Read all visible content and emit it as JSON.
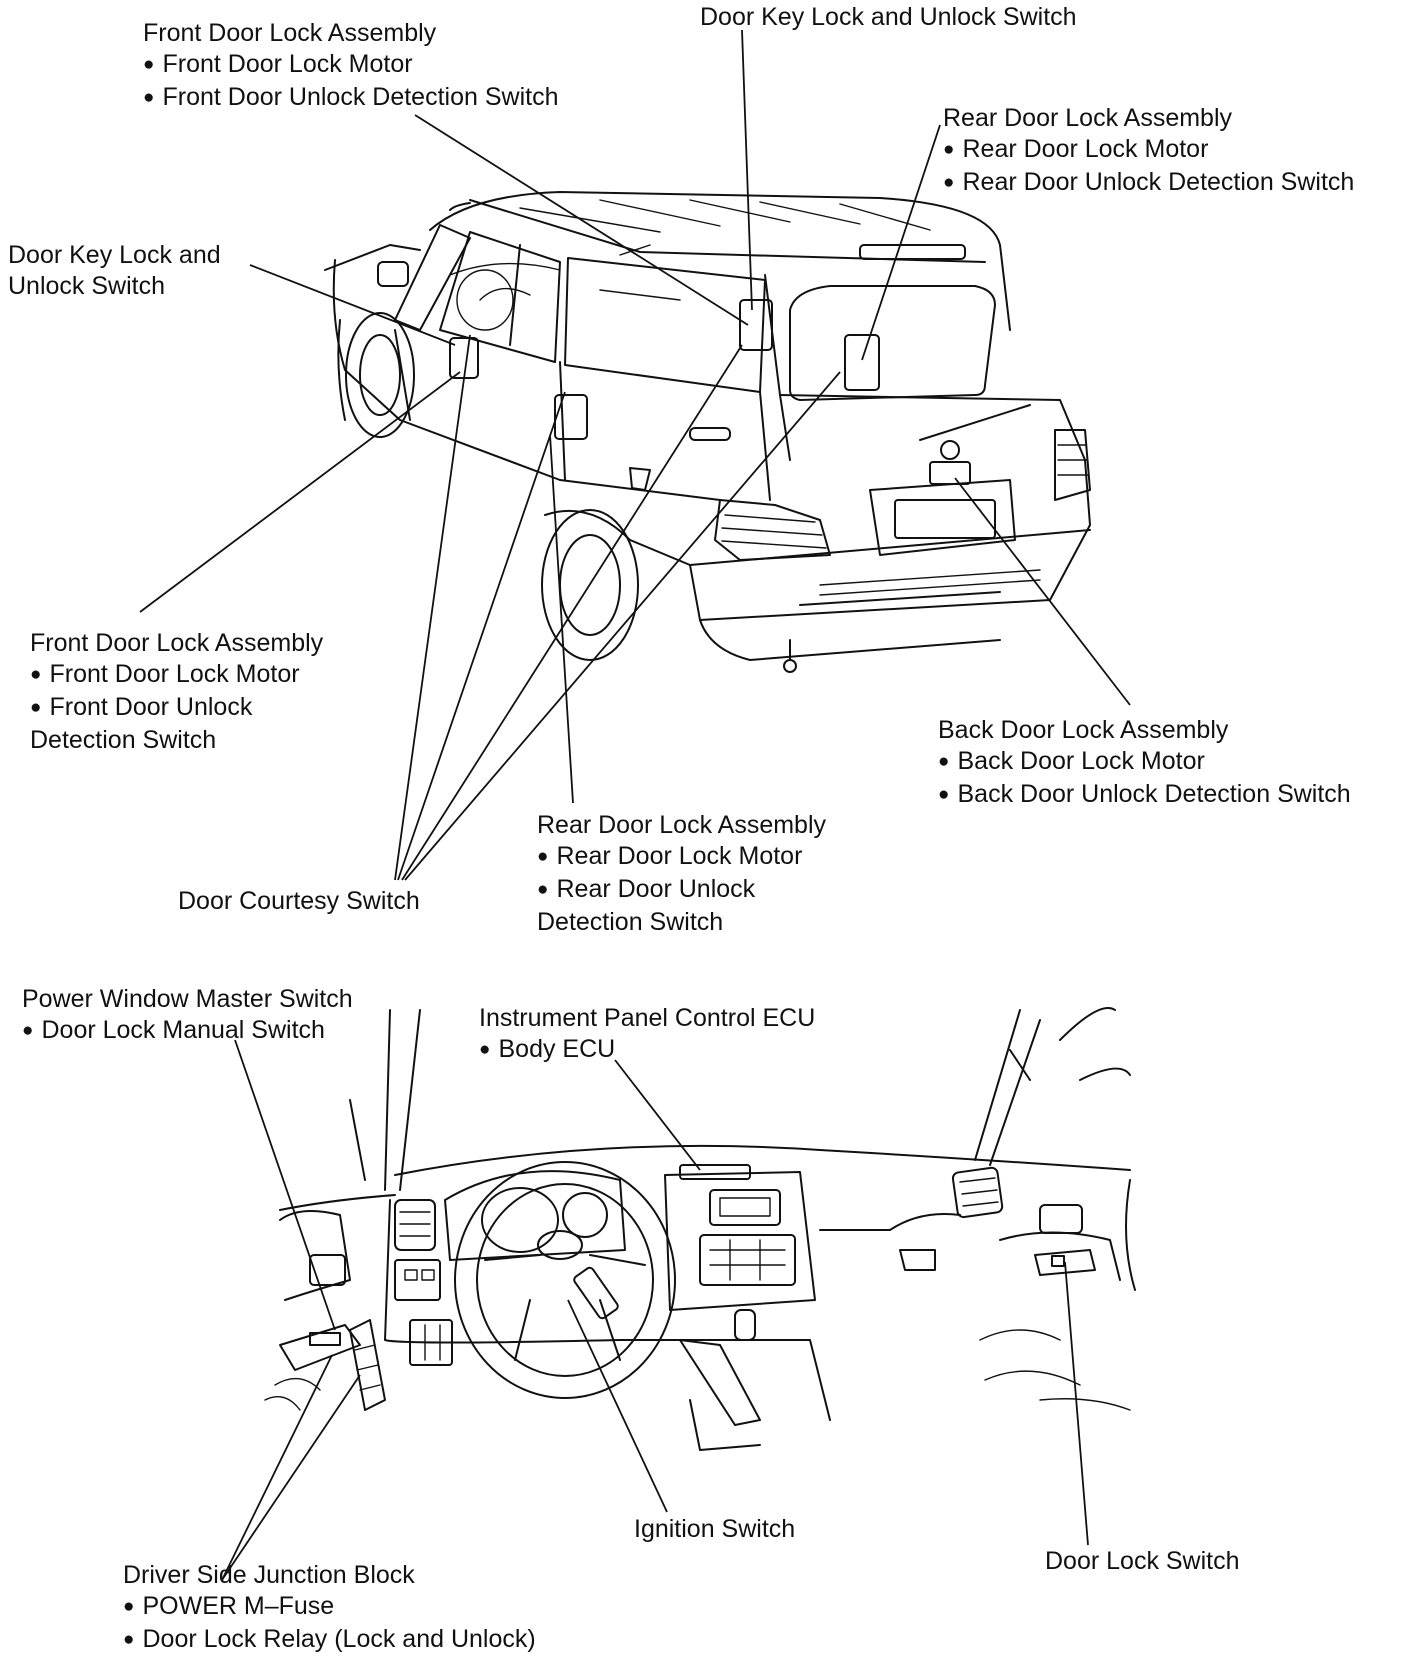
{
  "labels": {
    "front_door_lock_top": {
      "title": "Front Door Lock Assembly",
      "bullets": [
        "Front Door Lock Motor",
        "Front Door Unlock Detection Switch"
      ]
    },
    "door_key_switch_top": {
      "title": "Door Key Lock and Unlock Switch"
    },
    "rear_door_lock_top": {
      "title": "Rear Door Lock Assembly",
      "bullets": [
        "Rear Door Lock Motor",
        "Rear Door Unlock Detection Switch"
      ]
    },
    "door_key_switch_left": {
      "lines": [
        "Door Key Lock and",
        "Unlock Switch"
      ]
    },
    "front_door_lock_mid": {
      "title": "Front Door Lock Assembly",
      "bullets": [
        "Front Door Lock Motor",
        "Front Door Unlock"
      ],
      "continuation": "Detection Switch"
    },
    "back_door_lock": {
      "title": "Back Door Lock Assembly",
      "bullets": [
        "Back Door Lock Motor",
        "Back Door Unlock Detection Switch"
      ]
    },
    "rear_door_lock_mid": {
      "title": "Rear Door Lock Assembly",
      "bullets": [
        "Rear Door Lock Motor",
        "Rear Door Unlock"
      ],
      "continuation": "Detection Switch"
    },
    "door_courtesy_switch": {
      "title": "Door Courtesy Switch"
    },
    "power_window_master": {
      "title": "Power Window Master Switch",
      "bullets": [
        "Door Lock Manual Switch"
      ]
    },
    "instrument_panel_ecu": {
      "title": "Instrument Panel Control ECU",
      "bullets": [
        "Body ECU"
      ]
    },
    "ignition_switch": {
      "title": "Ignition Switch"
    },
    "door_lock_switch": {
      "title": "Door Lock Switch"
    },
    "driver_junction_block": {
      "title": "Driver Side Junction Block",
      "bullets": [
        "POWER M–Fuse",
        "Door Lock Relay (Lock and Unlock)"
      ]
    }
  },
  "line_color": "#111111",
  "background": "#ffffff"
}
